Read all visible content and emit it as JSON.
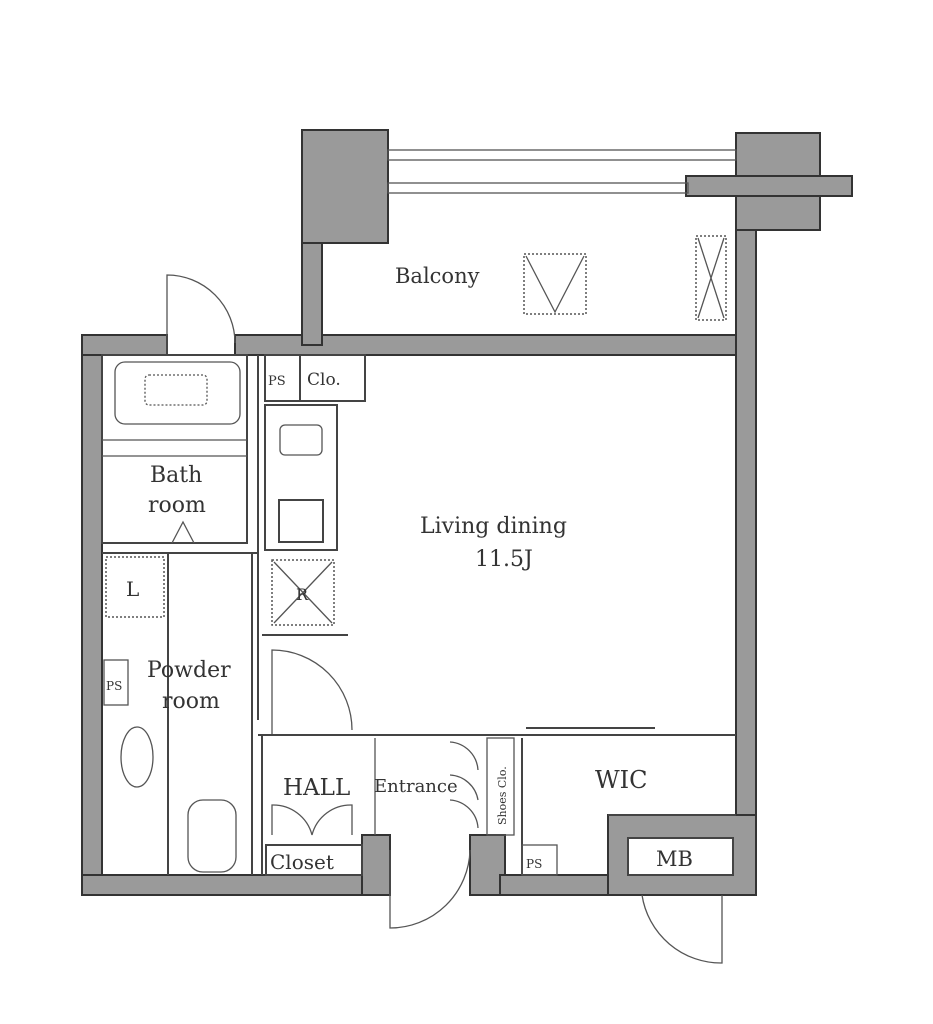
{
  "floor_plan": {
    "rooms": {
      "balcony": "Balcony",
      "living": "Living dining",
      "living_size": "11.5J",
      "bath_1": "Bath",
      "bath_2": "room",
      "powder_1": "Powder",
      "powder_2": "room",
      "hall": "HALL",
      "entrance": "Entrance",
      "wic": "WIC",
      "closet": "Closet",
      "mb": "MB",
      "clo": "Clo.",
      "ps": "PS",
      "shoes": "Shoes Clo.",
      "laundry": "L",
      "fridge": "R"
    },
    "colors": {
      "wall": "#9a9a9a",
      "line": "#444444"
    }
  }
}
